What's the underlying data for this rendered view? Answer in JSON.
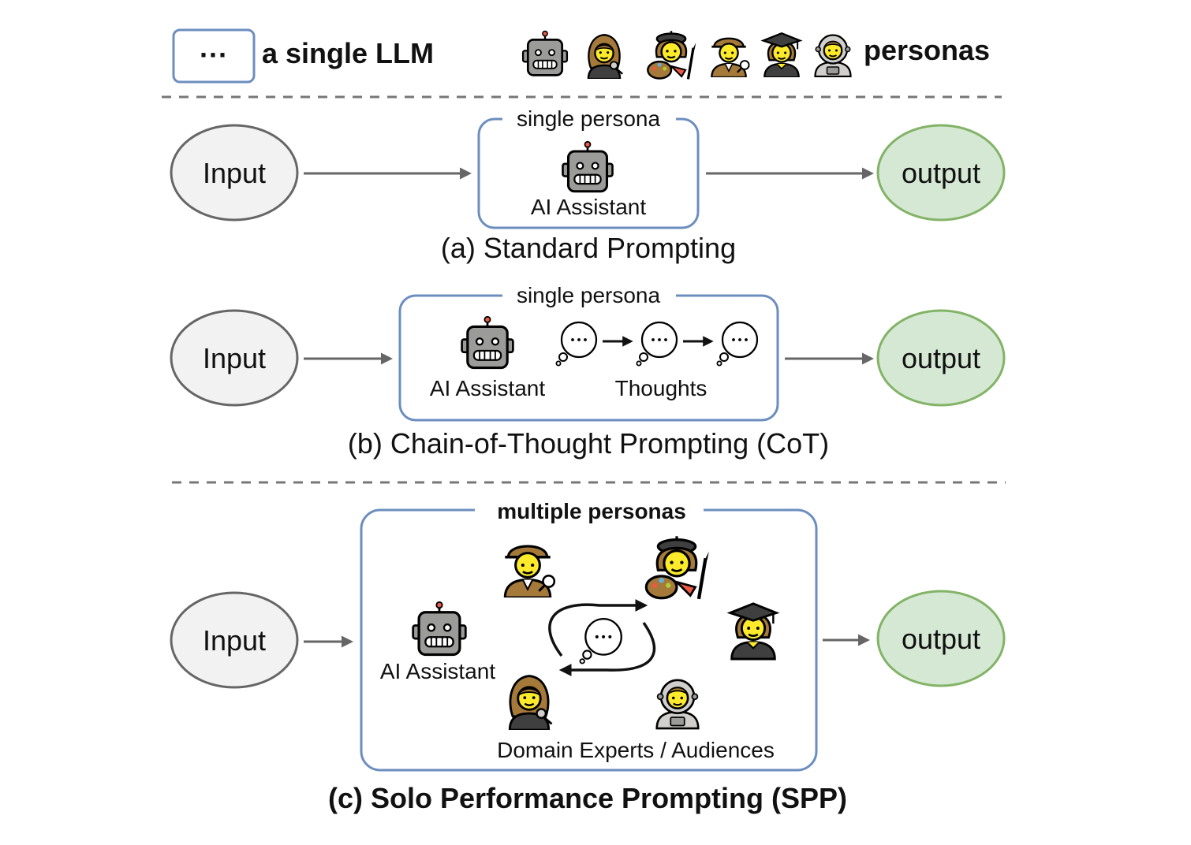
{
  "legend": {
    "llm_symbol": "···",
    "llm_label": "a single LLM",
    "personas_label": "personas"
  },
  "section_a": {
    "input": "Input",
    "output": "output",
    "box_title": "single persona",
    "agent_label": "AI Assistant",
    "caption": "(a) Standard Prompting"
  },
  "section_b": {
    "input": "Input",
    "output": "output",
    "box_title": "single persona",
    "agent_label": "AI Assistant",
    "thoughts_label": "Thoughts",
    "caption": "(b) Chain-of-Thought Prompting (CoT)"
  },
  "section_c": {
    "input": "Input",
    "output": "output",
    "box_title": "multiple personas",
    "agent_label": "AI Assistant",
    "experts_label": "Domain Experts / Audiences",
    "caption": "(c) Solo Performance Prompting (SPP)"
  },
  "colors": {
    "llm_box_border": "#6c8ebf",
    "input_fill": "#f2f2f2",
    "input_stroke": "#666666",
    "output_fill": "#d5e8d4",
    "output_stroke": "#82b366",
    "arrow": "#666666",
    "divider": "#777777",
    "skin": "#fcea2b",
    "hair_brown": "#a57939",
    "robot_gray": "#9b9b9a",
    "robot_dark": "#d0cfce"
  },
  "icons": {
    "robot": "robot-icon",
    "singer": "woman-singer-icon",
    "artist": "woman-artist-icon",
    "detective": "detective-icon",
    "graduate": "graduate-icon",
    "astronaut": "astronaut-icon",
    "thought": "thought-bubble-icon"
  }
}
